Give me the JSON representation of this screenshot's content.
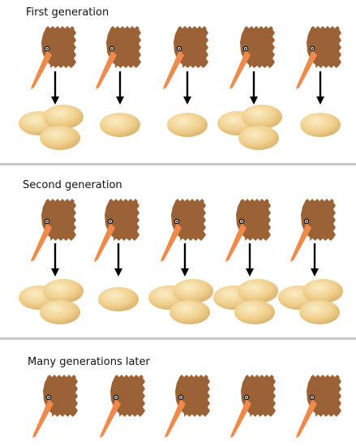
{
  "generations": [
    {
      "label": "First generation",
      "birds": [
        {
          "eggs": 3
        },
        {
          "eggs": 1
        },
        {
          "eggs": 1
        },
        {
          "eggs": 3
        },
        {
          "eggs": 1
        }
      ]
    },
    {
      "label": "Second generation",
      "birds": [
        {
          "eggs": 3
        },
        {
          "eggs": 1
        },
        {
          "eggs": 3
        },
        {
          "eggs": 3
        },
        {
          "eggs": 3
        }
      ]
    },
    {
      "label": "Many generations later",
      "birds": [
        {
          "eggs": 0
        },
        {
          "eggs": 0
        },
        {
          "eggs": 0
        },
        {
          "eggs": 0
        },
        {
          "eggs": 0
        }
      ]
    }
  ],
  "colors": {
    "feathers": "#9b6236",
    "beak": "#f08a4b",
    "egg": "#f0d08e",
    "egg_highlight": "#fbecc4",
    "egg_shadow": "#d8b06a",
    "arrow": "#000000",
    "divider": "#c8c8c8"
  }
}
